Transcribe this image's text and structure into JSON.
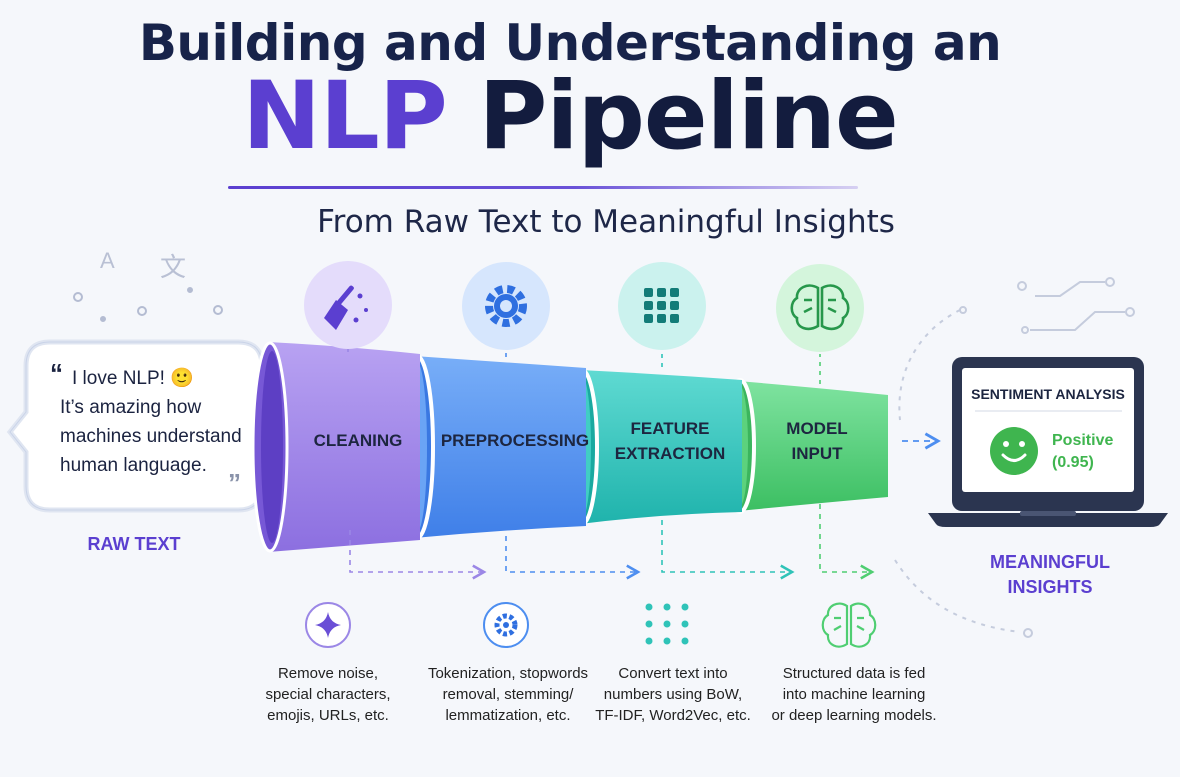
{
  "title": {
    "line1": "Building and Understanding an",
    "accent": "NLP",
    "main": "Pipeline",
    "subtitle": "From Raw Text to Meaningful Insights"
  },
  "input": {
    "quote_lines": [
      "I love NLP! 🙂",
      "It’s amazing how",
      "machines understand",
      "human language."
    ],
    "label": "RAW TEXT"
  },
  "stages": [
    {
      "label_lines": [
        "CLEANING"
      ],
      "icon": "broom-icon",
      "step_icon": "sparkle-icon",
      "color": "#9a7ee6",
      "description_lines": [
        "Remove noise,",
        "special characters,",
        "emojis, URLs, etc."
      ]
    },
    {
      "label_lines": [
        "PREPROCESSING"
      ],
      "icon": "gear-icon",
      "step_icon": "gear-icon",
      "color": "#4d8ef0",
      "description_lines": [
        "Tokenization, stopwords",
        "removal, stemming/",
        "lemmatization, etc."
      ]
    },
    {
      "label_lines": [
        "FEATURE",
        "EXTRACTION"
      ],
      "icon": "grid-icon",
      "step_icon": "dots-grid-icon",
      "color": "#2fc3b8",
      "description_lines": [
        "Convert text into",
        "numbers using BoW,",
        "TF-IDF, Word2Vec, etc."
      ]
    },
    {
      "label_lines": [
        "MODEL",
        "INPUT"
      ],
      "icon": "brain-icon",
      "step_icon": "brain-icon",
      "color": "#4fce72",
      "description_lines": [
        "Structured data is fed",
        "into machine learning",
        "or deep learning models."
      ]
    }
  ],
  "output": {
    "screen_title": "SENTIMENT ANALYSIS",
    "sentiment": "Positive",
    "score": "(0.95)",
    "label_lines": [
      "MEANINGFUL",
      "INSIGHTS"
    ]
  },
  "colors": {
    "accent_purple": "#5b3fd0",
    "navy": "#131c3e",
    "positive_green": "#3fb54f"
  }
}
